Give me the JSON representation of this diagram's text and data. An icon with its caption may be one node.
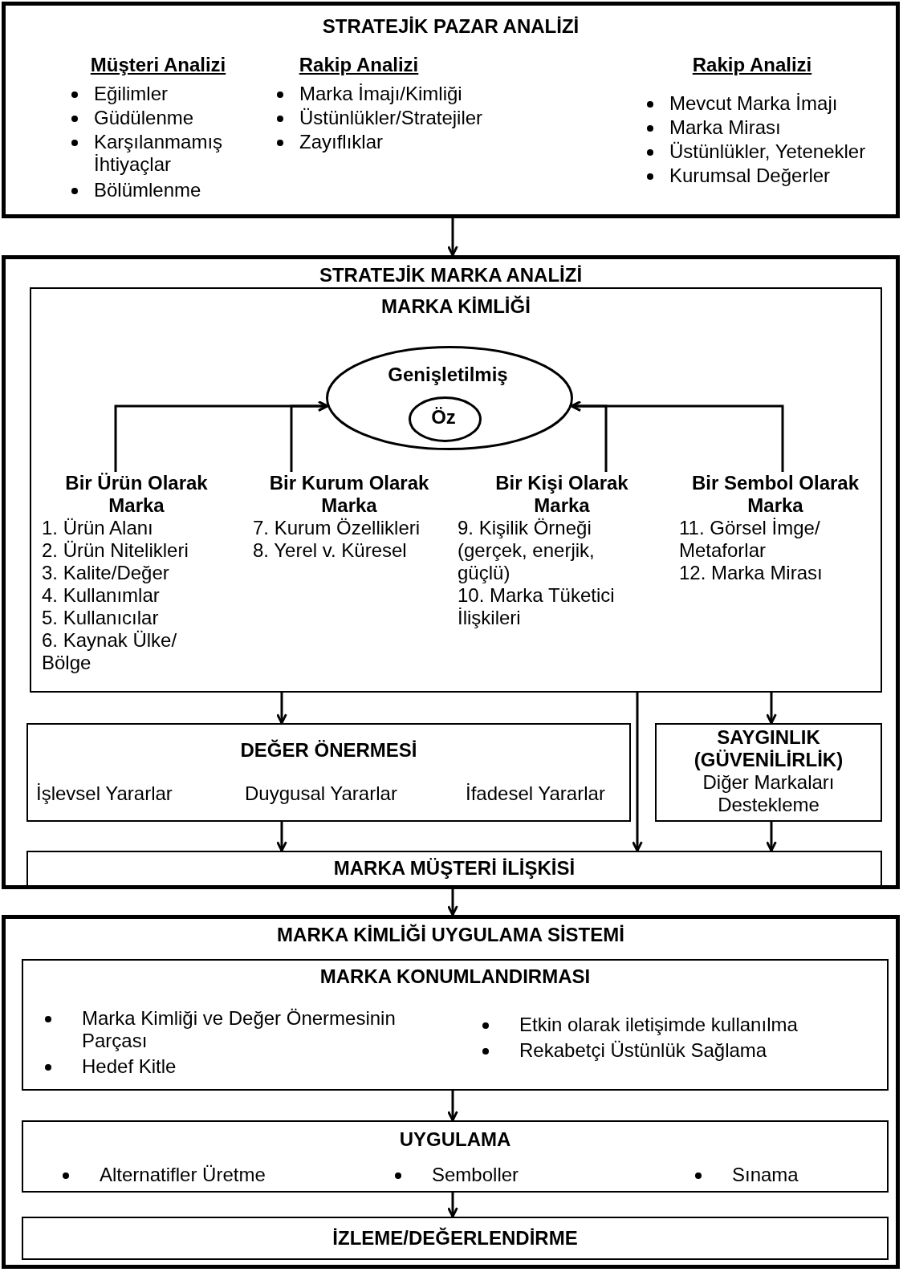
{
  "diagram": {
    "nodes": [
      {
        "text": [
          "STRATEJİK PAZAR ANALİZİ",
          "Müşteri Analizi",
          "Eğilimler",
          "Güdülenme",
          "Karşılanmamış İhtiyaçlar",
          "Bölümlenme",
          "Rakip Analizi",
          "Marka İmajı/Kimliği",
          "Üstünlükler/Stratejiler",
          "Zayıflıklar",
          "Rakip Analizi",
          "Mevcut Marka İmajı",
          "Marka Mirası",
          "Üstünlükler, Yetenekler",
          "Kurumsal Değerler"
        ]
      },
      {
        "text": [
          "STRATEJİK MARKA ANALİZİ"
        ]
      },
      {
        "text": [
          "MARKA KİMLİĞİ"
        ],
        "in": 1
      },
      {
        "text": [
          "Genişletilmiş"
        ],
        "in": 2
      },
      {
        "text": [
          "Öz"
        ],
        "in": 3
      },
      {
        "text": [
          "Bir Ürün Olarak Marka",
          "1. Ürün Alanı",
          "2. Ürün Nitelikleri",
          "3. Kalite/Değer",
          "4. Kullanımlar",
          "5. Kullanıcılar",
          "6. Kaynak Ülke/ Bölge"
        ],
        "in": 2
      },
      {
        "text": [
          "Bir Kurum Olarak Marka",
          "7. Kurum Özellikleri",
          "8. Yerel v. Küresel"
        ],
        "in": 2
      },
      {
        "text": [
          "Bir Kişi Olarak Marka",
          "9. Kişilik Örneği (gerçek, enerjik, güçlü)",
          "10. Marka Tüketici İlişkileri"
        ],
        "in": 2
      },
      {
        "text": [
          "Bir Sembol Olarak Marka",
          "11. Görsel İmge/ Metaforlar",
          "12. Marka Mirası"
        ],
        "in": 2
      },
      {
        "text": [
          "DEĞER ÖNERMESİ",
          "İşlevsel Yararlar",
          "Duygusal Yararlar",
          "İfadesel Yararlar"
        ],
        "in": 1
      },
      {
        "text": [
          "SAYGINLIK (GÜVENİLİRLİK)",
          "Diğer Markaları Destekleme"
        ],
        "in": 1
      },
      {
        "text": [
          "MARKA MÜŞTERİ İLİŞKİSİ"
        ],
        "in": 1
      },
      {
        "text": [
          "MARKA KİMLİĞİ UYGULAMA SİSTEMİ"
        ]
      },
      {
        "text": [
          "MARKA KONUMLANDIRMASI",
          "Marka Kimliği ve Değer Önermesinin Parçası",
          "Hedef Kitle",
          "Etkin olarak iletişimde kullanılma",
          "Rekabetçi Üstünlük Sağlama"
        ],
        "in": 12
      },
      {
        "text": [
          "UYGULAMA",
          "Alternatifler Üretme",
          "Semboller",
          "Sınama"
        ],
        "in": 12
      },
      {
        "text": [
          "İZLEME/DEĞERLENDİRME"
        ],
        "in": 12
      }
    ],
    "edges": [
      {
        "from": 0,
        "to": 1,
        "arrow": "to"
      },
      {
        "from": 5,
        "to": 3,
        "arrow": "to"
      },
      {
        "from": 6,
        "to": 3,
        "arrow": "to"
      },
      {
        "from": 7,
        "to": 3,
        "arrow": "to"
      },
      {
        "from": 8,
        "to": 3,
        "arrow": "to"
      },
      {
        "from": 2,
        "to": 9,
        "arrow": "to"
      },
      {
        "from": 2,
        "to": 11,
        "arrow": "to"
      },
      {
        "from": 2,
        "to": 10,
        "arrow": "to"
      },
      {
        "from": 9,
        "to": 11,
        "arrow": "to"
      },
      {
        "from": 10,
        "to": 11,
        "arrow": "to"
      },
      {
        "from": 1,
        "to": 12,
        "arrow": "to"
      },
      {
        "from": 13,
        "to": 14,
        "arrow": "to"
      },
      {
        "from": 14,
        "to": 15,
        "arrow": "to"
      }
    ]
  }
}
